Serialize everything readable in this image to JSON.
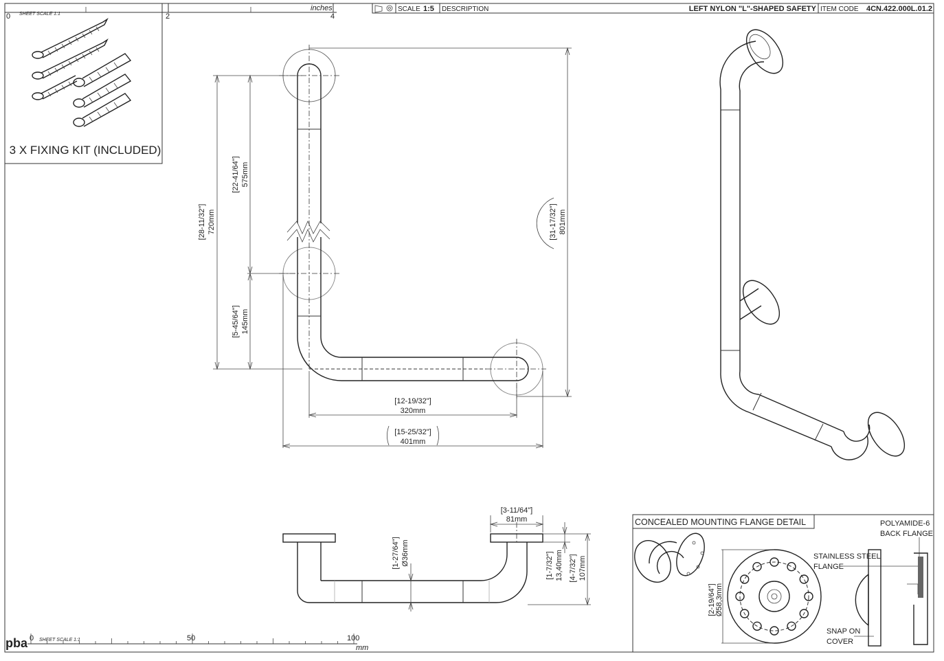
{
  "title_block": {
    "scale_label": "SCALE",
    "scale_value": "1:5",
    "description_label": "DESCRIPTION",
    "description": "LEFT NYLON \"L\"-SHAPED SAFETY",
    "item_code_label": "ITEM CODE",
    "item_code": "4CN.422.000L.01.2"
  },
  "ruler_top": {
    "sheet_scale": "SHEET SCALE 1:1",
    "unit": "inches",
    "t0": "0",
    "t2": "2",
    "t4": "4"
  },
  "ruler_bottom": {
    "sheet_scale": "SHEET SCALE 1:1",
    "unit": "mm",
    "t0": "0",
    "t50": "50",
    "t100": "100"
  },
  "logo": "pba",
  "fixing_kit": {
    "label": "3 X FIXING KIT (INCLUDED)"
  },
  "front_view": {
    "d720_in": "[28-11/32\"]",
    "d720_mm": "720mm",
    "d575_in": "[22-41/64\"]",
    "d575_mm": "575mm",
    "d145_in": "[5-45/64\"]",
    "d145_mm": "145mm",
    "d801_in": "[31-17/32\"]",
    "d801_mm": "801mm",
    "d320_in": "[12-19/32\"]",
    "d320_mm": "320mm",
    "d401_in": "[15-25/32\"]",
    "d401_mm": "401mm"
  },
  "side_view": {
    "d81_in": "[3-11/64\"]",
    "d81_mm": "81mm",
    "d36_in": "[1-27/64\"]",
    "d36_mm": "Ø36mm",
    "d13_in": "[1-7/32\"]",
    "d13_mm": "13,40mm",
    "d107_in": "[4-7/32\"]",
    "d107_mm": "107mm"
  },
  "flange_detail": {
    "title": "CONCEALED MOUNTING FLANGE DETAIL",
    "polyamide_1": "POLYAMIDE-6",
    "polyamide_2": "BACK FLANGE",
    "steel_1": "STAINLESS STEEL",
    "steel_2": "FLANGE",
    "snap_1": "SNAP ON",
    "snap_2": "COVER",
    "d58_in": "[2-19/64\"]",
    "d58_mm": "Ø58,3mm"
  }
}
